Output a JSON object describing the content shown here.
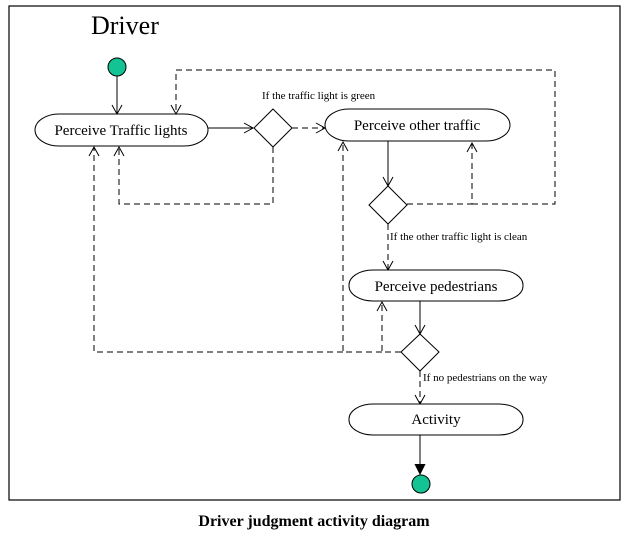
{
  "diagram": {
    "swimlane_title": "Driver",
    "caption": "Driver judgment activity diagram",
    "colors": {
      "node_fill": "#13c393",
      "line": "#000000",
      "background": "#ffffff"
    },
    "nodes": {
      "start": {
        "type": "initial"
      },
      "perceive_traffic_lights": {
        "type": "activity",
        "label": "Perceive Traffic lights"
      },
      "decision_light": {
        "type": "decision"
      },
      "perceive_other_traffic": {
        "type": "activity",
        "label": "Perceive other traffic"
      },
      "decision_traffic": {
        "type": "decision"
      },
      "perceive_pedestrians": {
        "type": "activity",
        "label": "Perceive pedestrians"
      },
      "decision_pedestrians": {
        "type": "decision"
      },
      "activity": {
        "type": "activity",
        "label": "Activity"
      },
      "end": {
        "type": "final"
      }
    },
    "guards": {
      "light_green": "If the traffic light is green",
      "traffic_clean": "If the other traffic light is clean",
      "no_pedestrians": "If no pedestrians on the way"
    },
    "edges": [
      {
        "from": "start",
        "to": "perceive_traffic_lights",
        "style": "solid"
      },
      {
        "from": "perceive_traffic_lights",
        "to": "decision_light",
        "style": "solid"
      },
      {
        "from": "decision_light",
        "to": "perceive_other_traffic",
        "style": "dashed",
        "guard": "If the traffic light is green"
      },
      {
        "from": "decision_light",
        "to": "perceive_traffic_lights",
        "style": "dashed"
      },
      {
        "from": "perceive_other_traffic",
        "to": "decision_traffic",
        "style": "solid"
      },
      {
        "from": "decision_traffic",
        "to": "perceive_other_traffic",
        "style": "dashed"
      },
      {
        "from": "decision_traffic",
        "to": "perceive_traffic_lights",
        "style": "dashed"
      },
      {
        "from": "decision_traffic",
        "to": "perceive_pedestrians",
        "style": "dashed",
        "guard": "If the other traffic light is clean"
      },
      {
        "from": "perceive_pedestrians",
        "to": "decision_pedestrians",
        "style": "solid"
      },
      {
        "from": "decision_pedestrians",
        "to": "perceive_pedestrians",
        "style": "dashed"
      },
      {
        "from": "decision_pedestrians",
        "to": "perceive_other_traffic",
        "style": "dashed"
      },
      {
        "from": "decision_pedestrians",
        "to": "perceive_traffic_lights",
        "style": "dashed"
      },
      {
        "from": "decision_pedestrians",
        "to": "activity",
        "style": "dashed",
        "guard": "If no pedestrians on the way"
      },
      {
        "from": "activity",
        "to": "end",
        "style": "solid"
      }
    ]
  }
}
